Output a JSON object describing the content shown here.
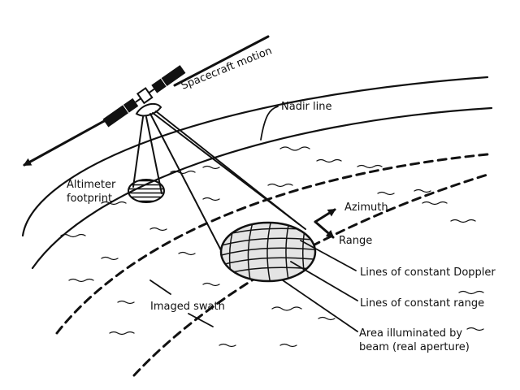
{
  "labels": {
    "spacecraft_motion": "Spacecraft motion",
    "nadir_line": "Nadir line",
    "altimeter_1": "Altimeter",
    "altimeter_2": "footprint",
    "azimuth": "Azimuth",
    "range": "Range",
    "doppler": "Lines of constant Doppler",
    "const_range": "Lines of constant range",
    "imaged_swath": "Imaged swath",
    "illum_1": "Area illuminated by",
    "illum_2": "beam (real aperture)"
  }
}
